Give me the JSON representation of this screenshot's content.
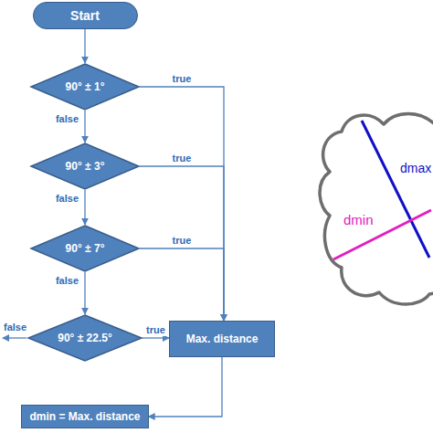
{
  "diagram": {
    "nodes": [
      {
        "text": [
          "Start"
        ]
      },
      {
        "text": [
          "90° ± 1°"
        ]
      },
      {
        "text": [
          "90° ± 3°"
        ]
      },
      {
        "text": [
          "90° ± 7°"
        ]
      },
      {
        "text": [
          "90° ± 22.5°"
        ]
      },
      {
        "text": [
          "Max. distance"
        ]
      },
      {
        "text": [
          "dmin = Max. distance"
        ]
      }
    ],
    "edges": [
      {
        "from": 0,
        "to": 1,
        "arrow": "to"
      },
      {
        "from": 1,
        "to": 5,
        "label": "true",
        "arrow": "to"
      },
      {
        "from": 1,
        "to": 2,
        "label": "false",
        "arrow": "to"
      },
      {
        "from": 2,
        "to": 5,
        "label": "true",
        "arrow": "to"
      },
      {
        "from": 2,
        "to": 3,
        "label": "false",
        "arrow": "to"
      },
      {
        "from": 3,
        "to": 5,
        "label": "true",
        "arrow": "to"
      },
      {
        "from": 3,
        "to": 4,
        "label": "false",
        "arrow": "to"
      },
      {
        "from": 4,
        "to": 5,
        "label": "true",
        "arrow": "to"
      },
      {
        "from": 5,
        "to": 6,
        "arrow": "to"
      }
    ],
    "labels": [
      "false",
      "dmin",
      "dmax"
    ]
  }
}
